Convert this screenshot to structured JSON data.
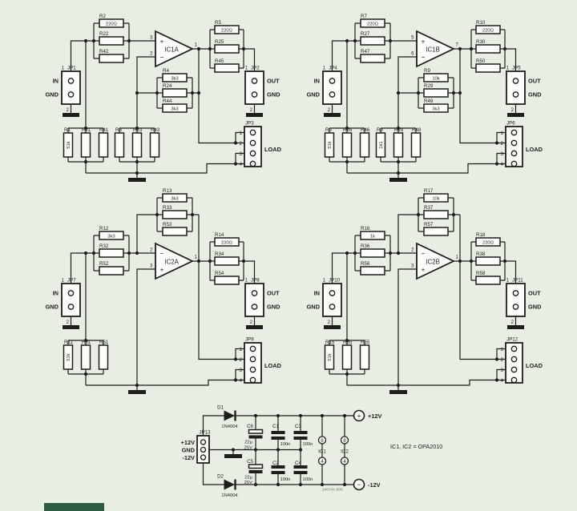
{
  "colors": {
    "bg": "#e8eee4",
    "ink": "#1d1d1b",
    "fill": "#fcfdfa",
    "footer": "#2d5c44"
  },
  "ch1": {
    "ic": "IC1A",
    "pa": "3",
    "pb": "2",
    "po": "1",
    "sa": "+",
    "sb": "−",
    "jin": {
      "jp": "JP1",
      "p1": "1",
      "p2": "2",
      "l1": "IN",
      "l2": "GND"
    },
    "jout": {
      "jp": "JP2",
      "p1": "1",
      "p2": "2",
      "l1": "OUT",
      "l2": "GND"
    },
    "jld": {
      "jp": "JP3",
      "lbl": "LOAD",
      "p1": "1",
      "p2": "2",
      "p3": "3",
      "p4": "4"
    },
    "gin": [
      {
        "n": "R2",
        "v": "220Ω"
      },
      {
        "n": "R22",
        "v": ""
      },
      {
        "n": "R42",
        "v": ""
      }
    ],
    "gfb": [
      {
        "n": "R4",
        "v": "3k3"
      },
      {
        "n": "R24",
        "v": ""
      },
      {
        "n": "R44",
        "v": "3k3"
      }
    ],
    "gout": [
      {
        "n": "R5",
        "v": "220Ω"
      },
      {
        "n": "R25",
        "v": ""
      },
      {
        "n": "R45",
        "v": ""
      }
    ],
    "ga": {
      "n1": "R1",
      "n2": "R21",
      "n3": "R41",
      "v": "51k"
    },
    "gb": {
      "n1": "R3",
      "n2": "R23",
      "n3": "R43",
      "v": ""
    }
  },
  "ch2": {
    "ic": "IC1B",
    "pa": "5",
    "pb": "6",
    "po": "7",
    "sa": "+",
    "sb": "−",
    "jin": {
      "jp": "JP4",
      "p1": "1",
      "p2": "2",
      "l1": "IN",
      "l2": "GND"
    },
    "jout": {
      "jp": "JP5",
      "p1": "1",
      "p2": "2",
      "l1": "OUT",
      "l2": "GND"
    },
    "jld": {
      "jp": "JP6",
      "lbl": "LOAD",
      "p1": "1",
      "p2": "2",
      "p3": "3",
      "p4": "4"
    },
    "gin": [
      {
        "n": "R7",
        "v": "220Ω"
      },
      {
        "n": "R27",
        "v": ""
      },
      {
        "n": "R47",
        "v": ""
      }
    ],
    "gfb": [
      {
        "n": "R9",
        "v": "10k"
      },
      {
        "n": "R29",
        "v": ""
      },
      {
        "n": "R49",
        "v": "3k3"
      }
    ],
    "gout": [
      {
        "n": "R10",
        "v": "220Ω"
      },
      {
        "n": "R30",
        "v": ""
      },
      {
        "n": "R50",
        "v": ""
      }
    ],
    "ga": {
      "n1": "R6",
      "n2": "R26",
      "n3": "R46",
      "v": "51k"
    },
    "gb": {
      "n1": "R8",
      "n2": "R28",
      "n3": "R48",
      "v": "1k1"
    }
  },
  "ch3": {
    "ic": "IC2A",
    "pa": "2",
    "pb": "3",
    "po": "1",
    "sa": "−",
    "sb": "+",
    "jin": {
      "jp": "JP7",
      "p1": "1",
      "p2": "2",
      "l1": "IN",
      "l2": "GND"
    },
    "jout": {
      "jp": "JP8",
      "p1": "1",
      "p2": "2",
      "l1": "OUT",
      "l2": "GND"
    },
    "jld": {
      "jp": "JP9",
      "lbl": "LOAD",
      "p1": "1",
      "p2": "2",
      "p3": "3",
      "p4": "4"
    },
    "gin": [
      {
        "n": "R12",
        "v": "3k3"
      },
      {
        "n": "R32",
        "v": ""
      },
      {
        "n": "R52",
        "v": ""
      }
    ],
    "gfb": [
      {
        "n": "R13",
        "v": "3k3"
      },
      {
        "n": "R33",
        "v": ""
      },
      {
        "n": "R53",
        "v": ""
      }
    ],
    "gout": [
      {
        "n": "R14",
        "v": "220Ω"
      },
      {
        "n": "R34",
        "v": ""
      },
      {
        "n": "R54",
        "v": ""
      }
    ],
    "ga": {
      "n1": "R11",
      "n2": "R31",
      "n3": "R51",
      "v": "51k"
    }
  },
  "ch4": {
    "ic": "IC2B",
    "pa": "2",
    "pb": "3",
    "po": "1",
    "sa": "−",
    "sb": "+",
    "jin": {
      "jp": "JP10",
      "p1": "1",
      "p2": "2",
      "l1": "IN",
      "l2": "GND"
    },
    "jout": {
      "jp": "JP11",
      "p1": "1",
      "p2": "2",
      "l1": "OUT",
      "l2": "GND"
    },
    "jld": {
      "jp": "JP12",
      "lbl": "LOAD",
      "p1": "1",
      "p2": "2",
      "p3": "3",
      "p4": "4"
    },
    "gin": [
      {
        "n": "R16",
        "v": "1k"
      },
      {
        "n": "R36",
        "v": ""
      },
      {
        "n": "R56",
        "v": ""
      }
    ],
    "gfb": [
      {
        "n": "R17",
        "v": "10k"
      },
      {
        "n": "R37",
        "v": ""
      },
      {
        "n": "R57",
        "v": ""
      }
    ],
    "gout": [
      {
        "n": "R18",
        "v": "220Ω"
      },
      {
        "n": "R38",
        "v": ""
      },
      {
        "n": "R58",
        "v": ""
      }
    ],
    "ga": {
      "n1": "R15",
      "n2": "R35",
      "n3": "R55",
      "v": "51k"
    }
  },
  "psu": {
    "jp13": {
      "jp": "JP13",
      "l1": "+12V",
      "l2": "GND",
      "l3": "-12V"
    },
    "d1": {
      "n": "D1",
      "v": "1N4004"
    },
    "d2": {
      "n": "D2",
      "v": "1N4004"
    },
    "c6": {
      "n": "C6",
      "v1": "22µ",
      "v2": "25V"
    },
    "c5": {
      "n": "C5",
      "v1": "22µ",
      "v2": "25V"
    },
    "c1": {
      "n": "C1",
      "v": "100n"
    },
    "c2": {
      "n": "C2",
      "v": "100n"
    },
    "c3": {
      "n": "C3",
      "v": "100n"
    },
    "c4": {
      "n": "C4",
      "v": "100n"
    },
    "ic1": {
      "n": "IC1",
      "pt": "8",
      "pb": "4"
    },
    "ic2": {
      "n": "IC2",
      "pt": "8",
      "pb": "4"
    },
    "vp": {
      "s": "+",
      "l": "+12V"
    },
    "vm": {
      "s": "−",
      "l": "-12V"
    },
    "note": "IC1, IC2 = OPA2010",
    "doc": "240741-005"
  }
}
